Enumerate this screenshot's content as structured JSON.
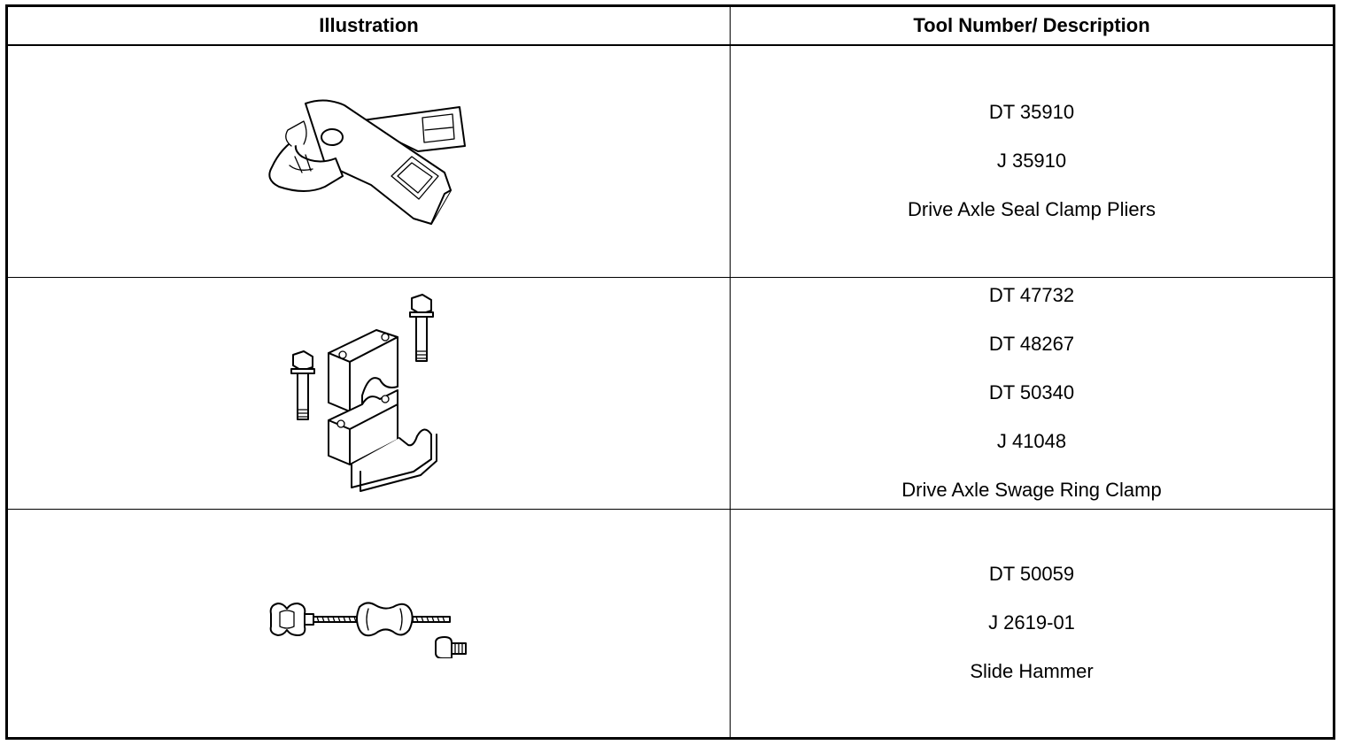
{
  "table": {
    "headers": {
      "illustration": "Illustration",
      "description": "Tool Number/ Description"
    },
    "rows": [
      {
        "icon": "seal-clamp-pliers-illustration",
        "lines": [
          "DT 35910",
          "J 35910",
          "Drive Axle Seal Clamp Pliers"
        ]
      },
      {
        "icon": "swage-ring-clamp-illustration",
        "lines": [
          "DT 47732",
          "DT 48267",
          "DT 50340",
          "J 41048",
          "Drive Axle Swage Ring Clamp"
        ]
      },
      {
        "icon": "slide-hammer-illustration",
        "lines": [
          "DT 50059",
          "J 2619-01",
          "Slide Hammer"
        ]
      }
    ]
  }
}
